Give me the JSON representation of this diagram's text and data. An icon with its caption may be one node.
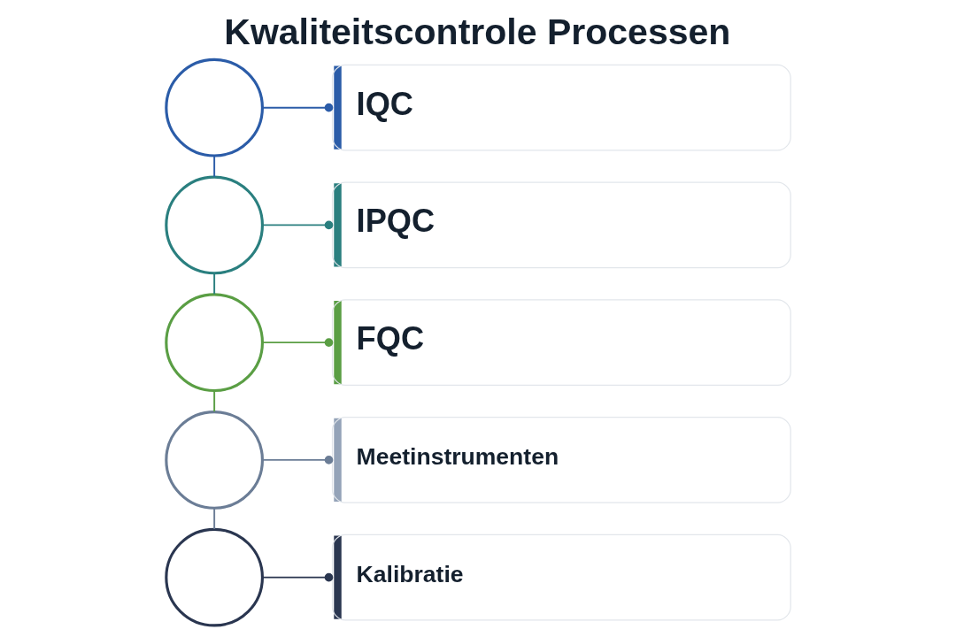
{
  "diagram": {
    "title": "Kwaliteitscontrole Processen",
    "nodes": [
      {
        "text": [],
        "shape": "circle"
      },
      {
        "text": [
          "IQC"
        ]
      },
      {
        "text": [],
        "shape": "circle"
      },
      {
        "text": [
          "IPQC"
        ]
      },
      {
        "text": [],
        "shape": "circle"
      },
      {
        "text": [
          "FQC"
        ]
      },
      {
        "text": [],
        "shape": "circle"
      },
      {
        "text": [
          "Meetinstrumenten"
        ]
      },
      {
        "text": [],
        "shape": "circle"
      },
      {
        "text": [
          "Kalibratie"
        ]
      }
    ],
    "edges": [
      {
        "from": 0,
        "to": 1,
        "arrow": "other",
        "color": "#2b5ca8"
      },
      {
        "from": 0,
        "to": 2,
        "arrow": "none",
        "color": "#2b5ca8"
      },
      {
        "from": 2,
        "to": 3,
        "arrow": "other",
        "color": "#2a7f7f"
      },
      {
        "from": 2,
        "to": 4,
        "arrow": "none",
        "color": "#2a7f7f"
      },
      {
        "from": 4,
        "to": 5,
        "arrow": "other",
        "color": "#5a9e44"
      },
      {
        "from": 4,
        "to": 6,
        "arrow": "none",
        "color": "#5a9e44"
      },
      {
        "from": 6,
        "to": 7,
        "arrow": "other",
        "color": "#6b7d96"
      },
      {
        "from": 6,
        "to": 8,
        "arrow": "none",
        "color": "#6b7d96"
      },
      {
        "from": 8,
        "to": 9,
        "arrow": "other",
        "color": "#2a3650"
      }
    ]
  }
}
